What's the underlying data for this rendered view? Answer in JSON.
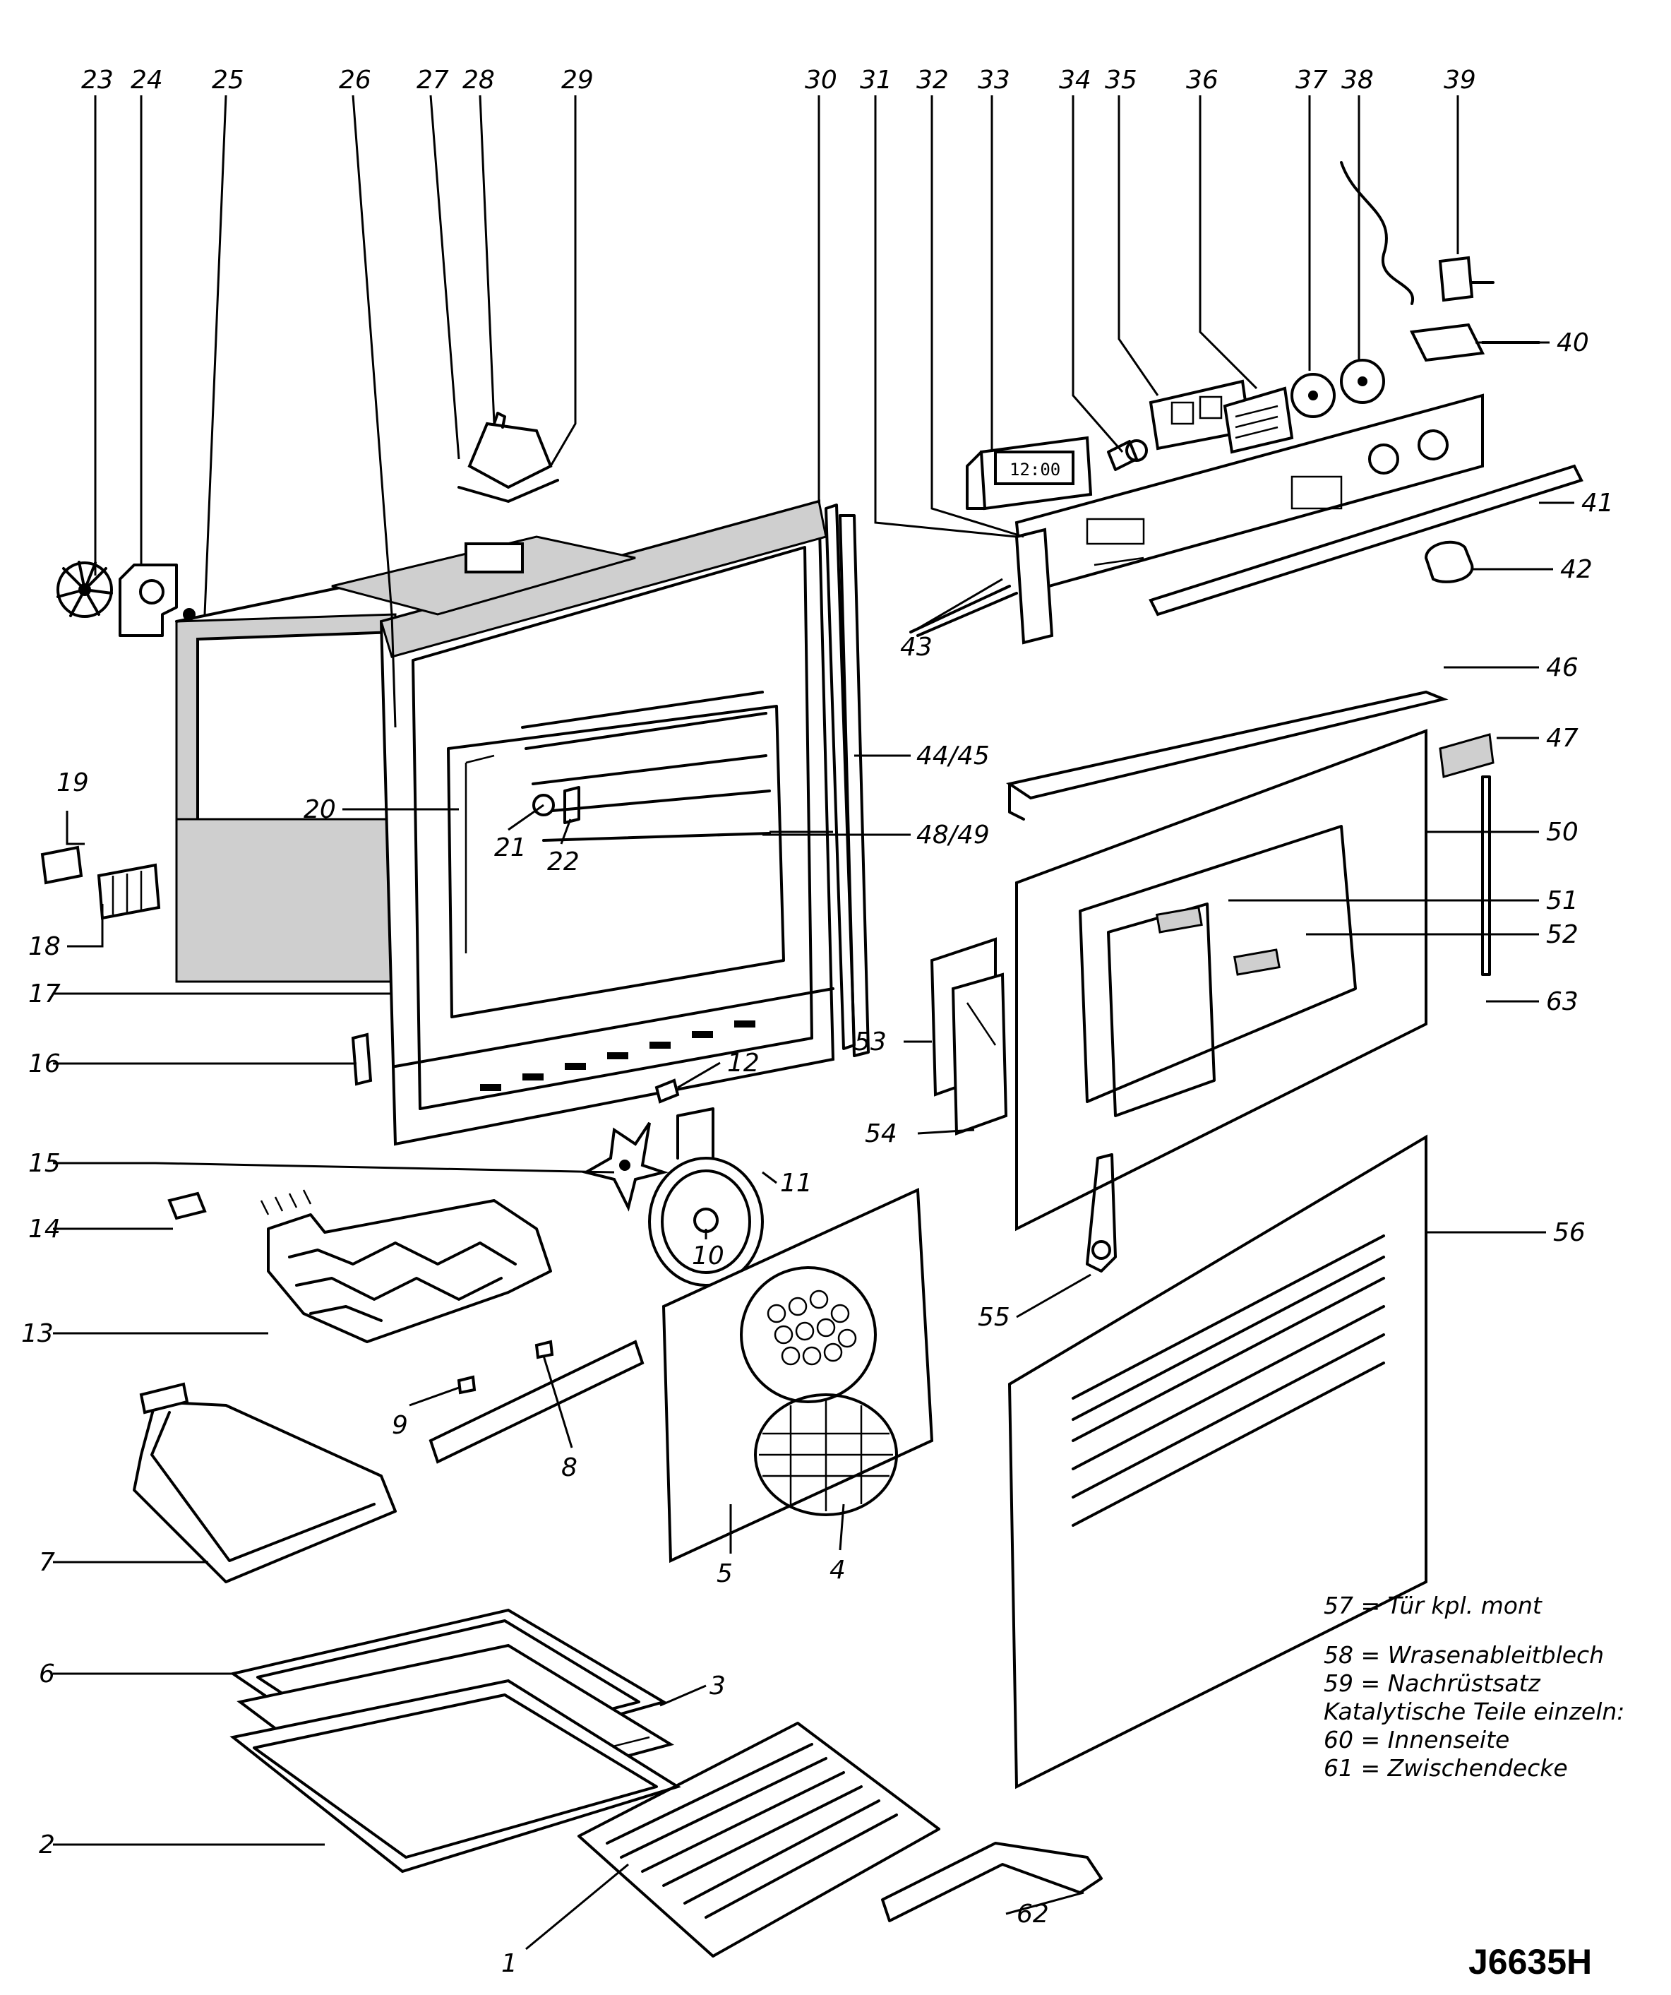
{
  "diagram": {
    "doc_id": "J6635H",
    "callouts": {
      "c1": "1",
      "c2": "2",
      "c3": "3",
      "c4": "4",
      "c5": "5",
      "c6": "6",
      "c7": "7",
      "c8": "8",
      "c9": "9",
      "c10": "10",
      "c11": "11",
      "c12": "12",
      "c13": "13",
      "c14": "14",
      "c15": "15",
      "c16": "16",
      "c17": "17",
      "c18": "18",
      "c19": "19",
      "c20": "20",
      "c21": "21",
      "c22": "22",
      "c23": "23",
      "c24": "24",
      "c25": "25",
      "c26": "26",
      "c27": "27",
      "c28": "28",
      "c29": "29",
      "c30": "30",
      "c31": "31",
      "c32": "32",
      "c33": "33",
      "c34": "34",
      "c35": "35",
      "c36": "36",
      "c37": "37",
      "c38": "38",
      "c39": "39",
      "c40": "40",
      "c41": "41",
      "c42": "42",
      "c43": "43",
      "c44_45": "44/45",
      "c46": "46",
      "c47": "47",
      "c48_49": "48/49",
      "c50": "50",
      "c51": "51",
      "c52": "52",
      "c53": "53",
      "c54": "54",
      "c55": "55",
      "c56": "56",
      "c62": "62",
      "c63": "63"
    },
    "legend": [
      "57 = Tür  kpl. mont",
      "58 = Wrasenableitblech",
      "59 = Nachrüstsatz",
      "Katalytische  Teile einzeln:",
      "60 = Innenseite",
      "61 = Zwischendecke"
    ],
    "clock_display": "12:00"
  }
}
